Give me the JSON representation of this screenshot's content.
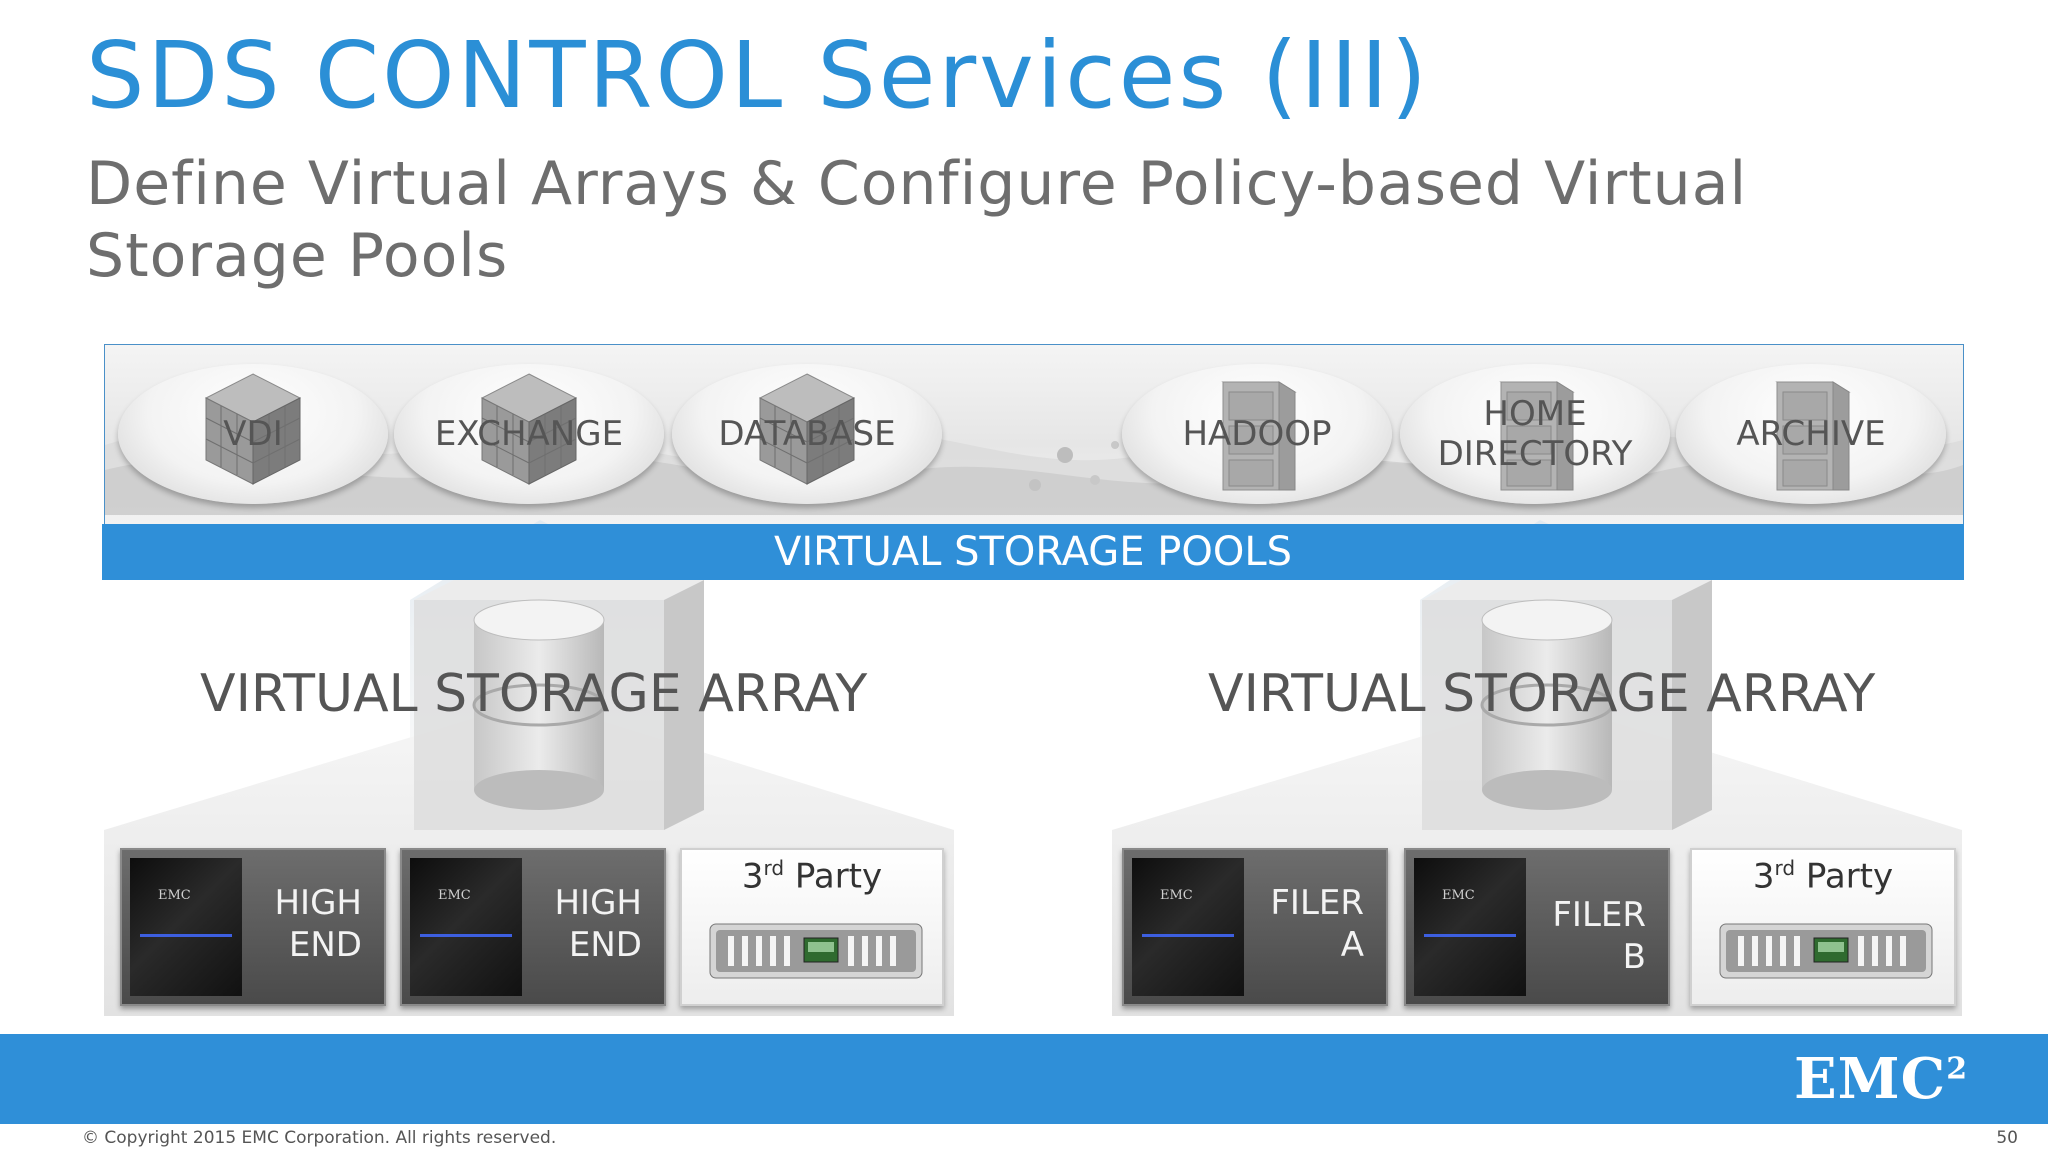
{
  "title": "SDS CONTROL Services (III)",
  "subtitle": "Define Virtual Arrays & Configure Policy-based Virtual Storage Pools",
  "pools": [
    {
      "label": "VDI",
      "icon": "cube-icon"
    },
    {
      "label": "EXCHANGE",
      "icon": "cube-icon"
    },
    {
      "label": "DATABASE",
      "icon": "cube-icon"
    },
    {
      "label": "HADOOP",
      "icon": "cabinet-icon"
    },
    {
      "label": "HOME DIRECTORY",
      "icon": "cabinet-icon"
    },
    {
      "label": "ARCHIVE",
      "icon": "cabinet-icon"
    }
  ],
  "pools_banner": "VIRTUAL STORAGE POOLS",
  "arrays": [
    {
      "label": "VIRTUAL STORAGE ARRAY",
      "devices": [
        {
          "line1": "HIGH",
          "line2": "END",
          "rack_logo": "EMC"
        },
        {
          "line1": "HIGH",
          "line2": "END",
          "rack_logo": "EMC"
        }
      ],
      "third_party": {
        "prefix": "3",
        "sup": "rd",
        "suffix": " Party"
      }
    },
    {
      "label": "VIRTUAL STORAGE ARRAY",
      "devices": [
        {
          "line1": "FILER",
          "line2": "A",
          "rack_logo": "EMC"
        },
        {
          "line1": "FILER",
          "line2": "B",
          "rack_logo": "EMC"
        }
      ],
      "third_party": {
        "prefix": "3",
        "sup": "rd",
        "suffix": " Party"
      }
    }
  ],
  "logo": {
    "text": "EMC",
    "sup": "2"
  },
  "copyright": "© Copyright 2015 EMC Corporation. All rights reserved.",
  "page_number": "50",
  "colors": {
    "accent": "#2f8fd8",
    "title": "#2b8fd6",
    "subtitle": "#6e6e6e"
  }
}
